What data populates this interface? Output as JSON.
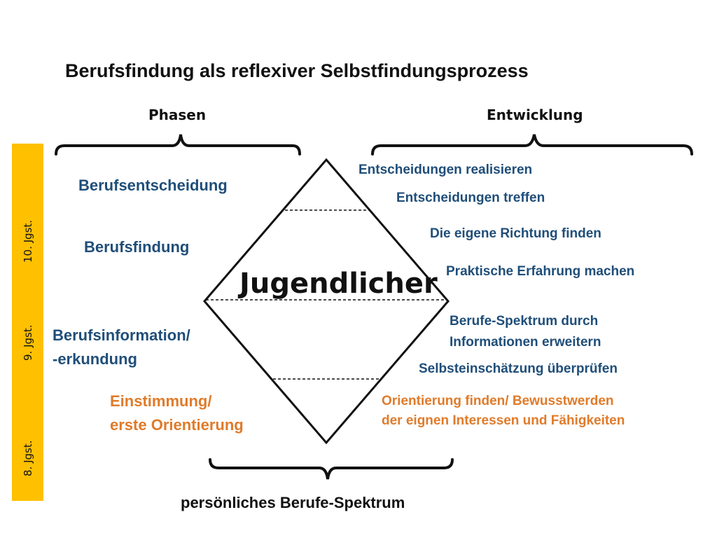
{
  "title": "Berufsfindung als reflexiver Selbstfindungsprozess",
  "headers": {
    "phasen": "Phasen",
    "entwicklung": "Entwicklung"
  },
  "grades": [
    "8. Jgst.",
    "9. Jgst.",
    "10. Jgst."
  ],
  "phases": {
    "entscheidung": "Berufsentscheidung",
    "findung": "Berufsfindung",
    "information_1": "Berufsinformation/",
    "information_2": "-erkundung",
    "einstimmung_1": "Einstimmung/",
    "einstimmung_2": "erste Orientierung"
  },
  "center_label": "Jugendlicher",
  "developments": {
    "realisieren": "Entscheidungen realisieren",
    "treffen": "Entscheidungen treffen",
    "richtung": "Die eigene Richtung finden",
    "erfahrung": "Praktische Erfahrung machen",
    "spektrum_1": "Berufe-Spektrum durch",
    "spektrum_2": "Informationen erweitern",
    "selbst": "Selbsteinschätzung überprüfen",
    "orientierung_1": "Orientierung finden/ Bewusstwerden",
    "orientierung_2": "der eignen Interessen und Fähigkeiten"
  },
  "bottom_label": "persönliches Berufe-Spektrum",
  "colors": {
    "blue": "#1F4E79",
    "orange": "#E07B2A",
    "bar": "#FFC000"
  }
}
